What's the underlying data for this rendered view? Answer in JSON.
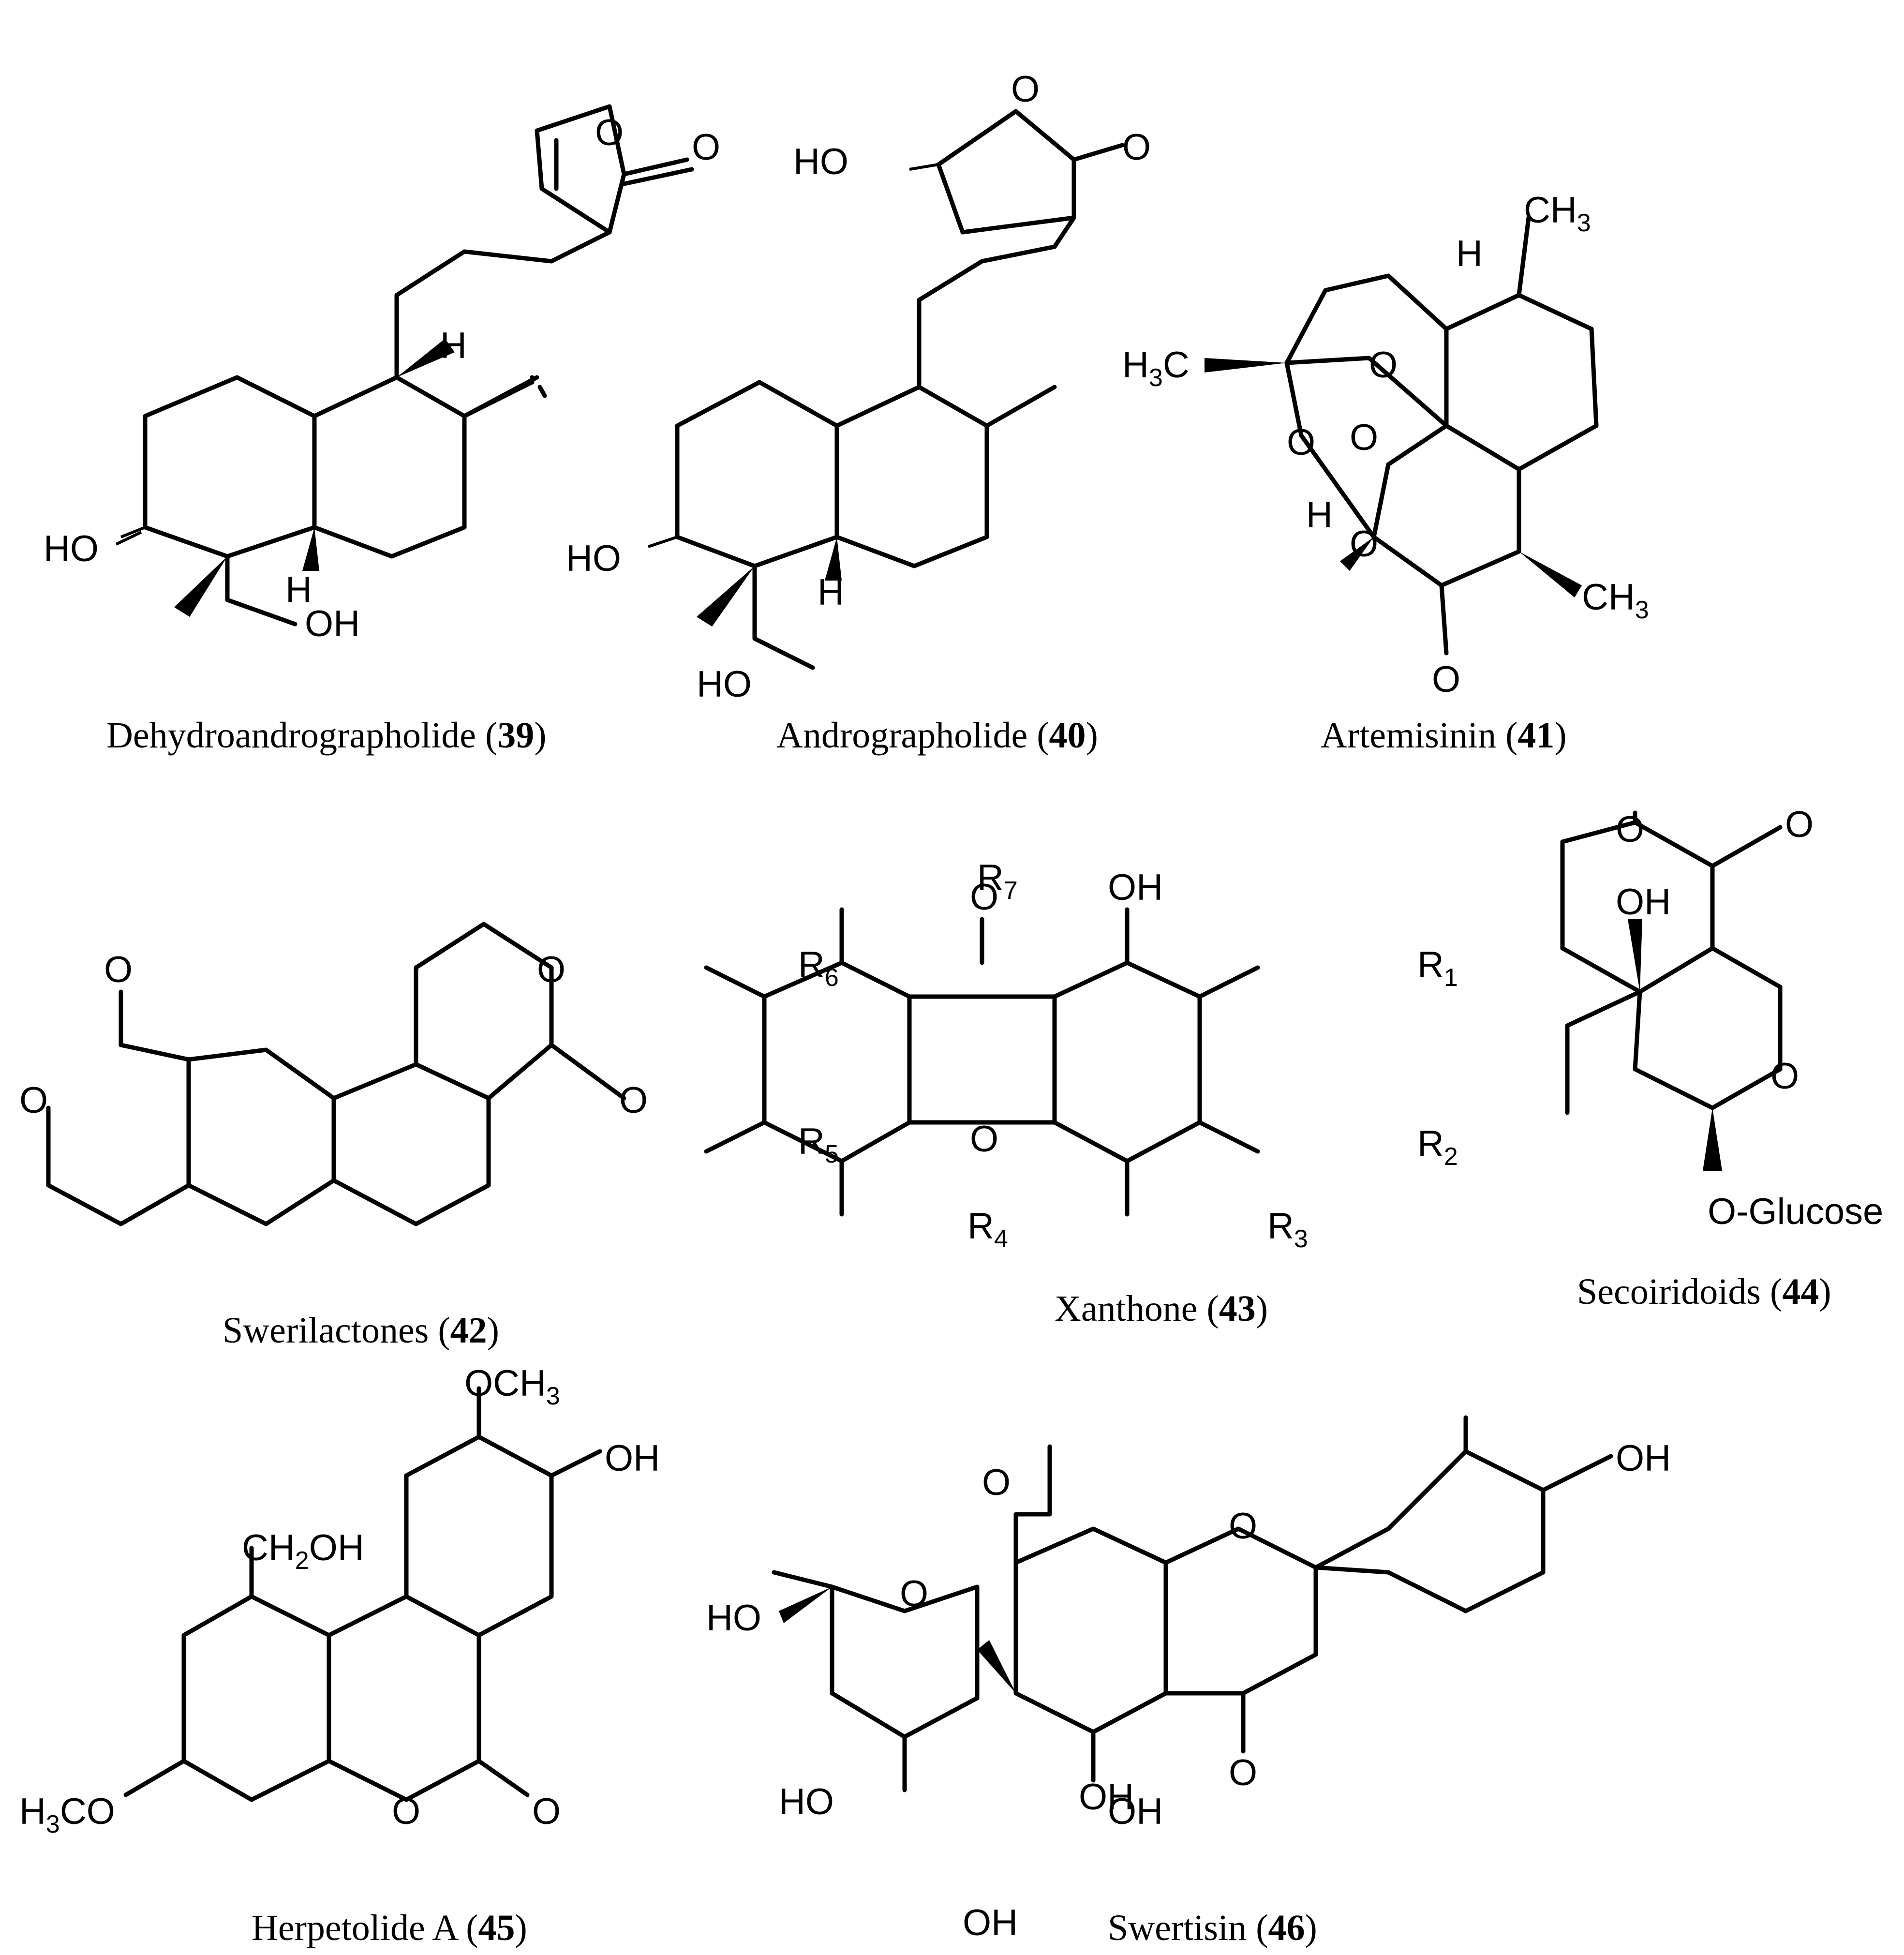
{
  "compounds": [
    {
      "name": "Dehydroandrographolide",
      "number": "39"
    },
    {
      "name": "Andrographolide",
      "number": "40"
    },
    {
      "name": "Artemisinin",
      "number": "41"
    },
    {
      "name": "Swerilactones",
      "number": "42"
    },
    {
      "name": "Xanthone",
      "number": "43"
    },
    {
      "name": "Secoiridoids",
      "number": "44"
    },
    {
      "name": "Herpetolide A",
      "number": "45"
    },
    {
      "name": "Swertisin",
      "number": "46"
    }
  ],
  "atoms": {
    "O": "O",
    "H": "H",
    "OH": "OH",
    "HO": "HO",
    "CH": "CH",
    "sub3": "3",
    "sub2": "2",
    "C": "C",
    "R": "R",
    "r1": "1",
    "r2": "2",
    "r3": "3",
    "r4": "4",
    "r5": "5",
    "r6": "6",
    "r7": "7",
    "OGlucose": "O-Glucose",
    "OCH": "OCH",
    "H3C": "H",
    "H3CO": "H",
    "CO": "CO",
    "CH2OH_a": "CH",
    "CH2OH_b": "OH"
  }
}
